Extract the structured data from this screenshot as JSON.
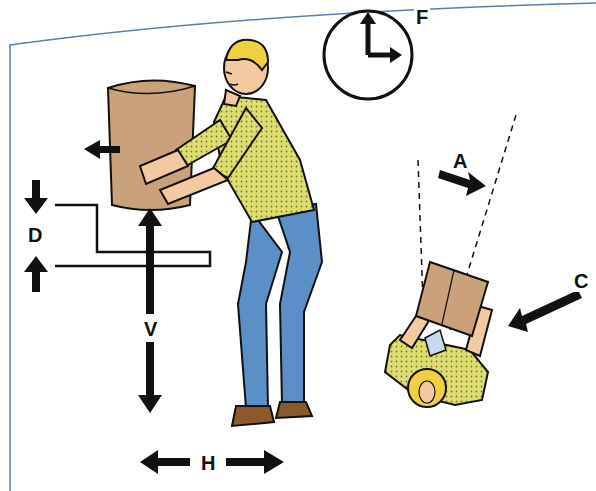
{
  "diagram": {
    "labels": [
      "F",
      "A",
      "C",
      "D",
      "V",
      "H"
    ]
  }
}
